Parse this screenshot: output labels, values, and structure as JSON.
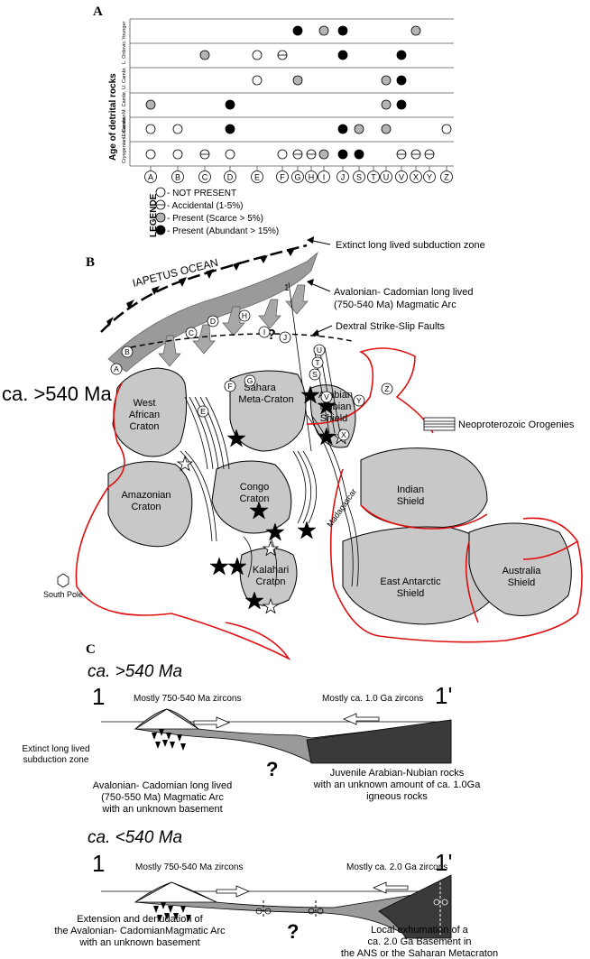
{
  "panelA": {
    "label": "A",
    "y_axis_title": "Age of detrital rocks",
    "row_labels": [
      "Younger",
      "L. Ordovic.",
      "U. Cambr.",
      "M. Cambr.",
      "L. Cambr.",
      "Cryogenian Ediacaran"
    ],
    "columns": [
      "A",
      "B",
      "C",
      "D",
      "E",
      "F",
      "G",
      "H",
      "I",
      "J",
      "S",
      "T",
      "U",
      "V",
      "X",
      "Y",
      "Z"
    ],
    "legend_title": "LEGENDE",
    "legend": [
      {
        "symbol": "open",
        "label": "- NOT PRESENT"
      },
      {
        "symbol": "half",
        "label": "- Accidental (1-5%)"
      },
      {
        "symbol": "grey",
        "label": "- Present (Scarce > 5%)"
      },
      {
        "symbol": "black",
        "label": "- Present (Abundant > 15%)"
      }
    ],
    "chart_data": {
      "type": "table",
      "rows": [
        "Younger",
        "L. Ordovic.",
        "U. Cambr.",
        "M. Cambr.",
        "L. Cambr.",
        "Cryogenian Ediacaran"
      ],
      "categories": [
        "A",
        "B",
        "C",
        "D",
        "E",
        "F",
        "G",
        "H",
        "I",
        "J",
        "S",
        "T",
        "U",
        "V",
        "X",
        "Y",
        "Z"
      ],
      "cells": [
        {
          "row": 0,
          "col": "G",
          "value": "black"
        },
        {
          "row": 0,
          "col": "I",
          "value": "grey"
        },
        {
          "row": 0,
          "col": "J",
          "value": "black"
        },
        {
          "row": 0,
          "col": "X",
          "value": "grey"
        },
        {
          "row": 1,
          "col": "C",
          "value": "grey"
        },
        {
          "row": 1,
          "col": "E",
          "value": "open"
        },
        {
          "row": 1,
          "col": "F",
          "value": "half"
        },
        {
          "row": 1,
          "col": "J",
          "value": "black"
        },
        {
          "row": 1,
          "col": "V",
          "value": "black"
        },
        {
          "row": 2,
          "col": "E",
          "value": "open"
        },
        {
          "row": 2,
          "col": "G",
          "value": "grey"
        },
        {
          "row": 2,
          "col": "U",
          "value": "grey"
        },
        {
          "row": 2,
          "col": "V",
          "value": "black"
        },
        {
          "row": 3,
          "col": "A",
          "value": "grey"
        },
        {
          "row": 3,
          "col": "D",
          "value": "black"
        },
        {
          "row": 3,
          "col": "U",
          "value": "grey"
        },
        {
          "row": 3,
          "col": "V",
          "value": "black"
        },
        {
          "row": 4,
          "col": "A",
          "value": "open"
        },
        {
          "row": 4,
          "col": "B",
          "value": "open"
        },
        {
          "row": 4,
          "col": "D",
          "value": "black"
        },
        {
          "row": 4,
          "col": "J",
          "value": "black"
        },
        {
          "row": 4,
          "col": "S",
          "value": "grey"
        },
        {
          "row": 4,
          "col": "U",
          "value": "grey"
        },
        {
          "row": 4,
          "col": "Z",
          "value": "open"
        },
        {
          "row": 5,
          "col": "A",
          "value": "open"
        },
        {
          "row": 5,
          "col": "B",
          "value": "open"
        },
        {
          "row": 5,
          "col": "C",
          "value": "half"
        },
        {
          "row": 5,
          "col": "D",
          "value": "open"
        },
        {
          "row": 5,
          "col": "F",
          "value": "open"
        },
        {
          "row": 5,
          "col": "G",
          "value": "half"
        },
        {
          "row": 5,
          "col": "H",
          "value": "half"
        },
        {
          "row": 5,
          "col": "I",
          "value": "grey"
        },
        {
          "row": 5,
          "col": "J",
          "value": "black"
        },
        {
          "row": 5,
          "col": "S",
          "value": "black"
        },
        {
          "row": 5,
          "col": "V",
          "value": "half"
        },
        {
          "row": 5,
          "col": "X",
          "value": "half"
        },
        {
          "row": 5,
          "col": "Y",
          "value": "half"
        }
      ]
    }
  },
  "panelB": {
    "label": "B",
    "title": "ca. >540 Ma",
    "ocean": "IAPETUS OCEAN",
    "callout_subduction": "Extinct long lived subduction zone",
    "callout_arc_1": "Avalonian- Cadomian long lived",
    "callout_arc_2": "(750-540 Ma) Magmatic Arc",
    "callout_faults": "Dextral Strike-Slip Faults",
    "legend_orogenies": "Neoproterozoic Orogenies",
    "section_mark": "1",
    "question": "?",
    "south_pole": "South Pole",
    "cratons": {
      "west_african_1": "West",
      "west_african_2": "African",
      "west_african_3": "Craton",
      "amazonian_1": "Amazonian",
      "amazonian_2": "Craton",
      "sahara_1": "Sahara",
      "sahara_2": "Meta-Craton",
      "arabian_1": "Arabian",
      "arabian_2": "Nubian",
      "arabian_3": "Shield",
      "congo_1": "Congo",
      "congo_2": "Craton",
      "kalahari_1": "Kalahari",
      "kalahari_2": "Craton",
      "indian_1": "Indian",
      "indian_2": "Shield",
      "east_antarctic_1": "East Antarctic",
      "east_antarctic_2": "Shield",
      "australia_1": "Australia",
      "australia_2": "Shield",
      "madagascar": "Madagascar"
    },
    "locality_letters": [
      "A",
      "B",
      "C",
      "D",
      "H",
      "I",
      "J",
      "E",
      "F",
      "G",
      "S",
      "T",
      "U",
      "V",
      "X",
      "Y",
      "Z"
    ]
  },
  "panelC": {
    "label": "C",
    "upper": {
      "title": "ca. >540 Ma",
      "left_mark": "1",
      "right_mark": "1'",
      "left_zircons": "Mostly 750-540 Ma zircons",
      "right_zircons": "Mostly ca. 1.0 Ga zircons",
      "subduction_1": "Extinct long lived",
      "subduction_2": "subduction zone",
      "arc_1": "Avalonian- Cadomian long lived",
      "arc_2": "(750-550 Ma) Magmatic Arc",
      "arc_3": "with an unknown basement",
      "question": "?",
      "juvenile_1": "Juvenile Arabian-Nubian rocks",
      "juvenile_2": "with an unknown amount of ca. 1.0Ga",
      "juvenile_3": "igneous rocks"
    },
    "lower": {
      "title": "ca. <540 Ma",
      "left_mark": "1",
      "right_mark": "1'",
      "left_zircons": "Mostly 750-540 Ma zircons",
      "right_zircons": "Mostly ca. 2.0 Ga zircons",
      "extension_1": "Extension and denudation of",
      "extension_2": "the Avalonian- CadomianMagmatic Arc",
      "extension_3": "with an unknown basement",
      "question": "?",
      "local_1": "Local exhumation of a",
      "local_2": "ca. 2.0 Ga Basement in",
      "local_3": "the ANS or the Saharan Metacraton"
    }
  },
  "colors": {
    "craton_fill": "#c8c8c8",
    "red_outline": "#e01010",
    "grey_symbol": "#b4b4b4",
    "arc_band": "#9a9a9a",
    "dark_basement": "#3a3a3a"
  }
}
